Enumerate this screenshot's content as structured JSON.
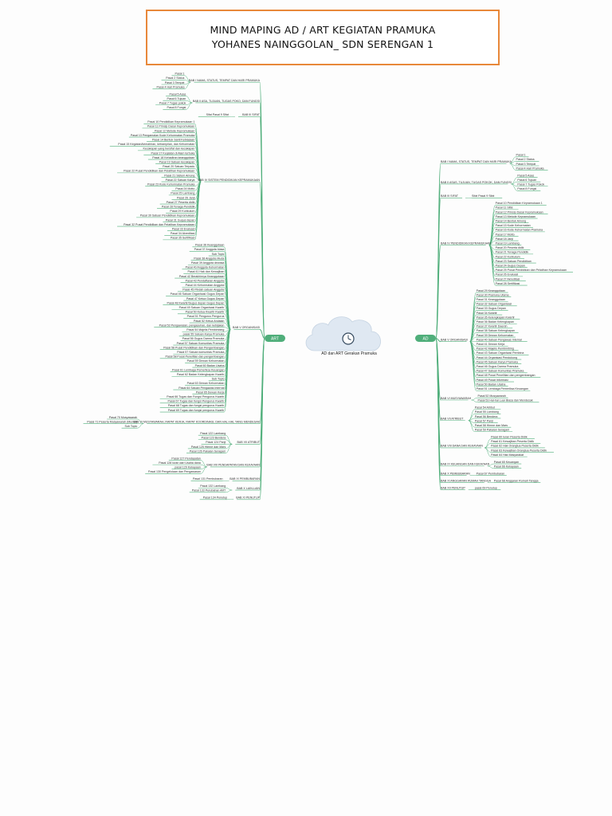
{
  "header": {
    "line1": "MIND MAPING AD / ART KEGIATAN PRAMUKA",
    "line2": "YOHANES NAINGGOLAN_ SDN SERENGAN 1"
  },
  "center": {
    "label": "AD dan ART Gerakan Pramuka",
    "icon": "clock-icon"
  },
  "left_root": "ART",
  "right_root": "AD",
  "colors": {
    "branch": "#4fae7a",
    "title_border": "#e8883a",
    "cloud": "#dfe8f2"
  },
  "art": [
    {
      "label": "BAB I NAMA, STATUS, TEMPAT DAN HARI PRAMUKA",
      "leaves": [
        "Pasal 1",
        "Pasal 2 Status",
        "Pasal 3 Tempat",
        "Pasal 4 Hari Pramuka"
      ]
    },
    {
      "label": "BAB II ASA, TUJUAN, TUGAS POKO, DAN FUNGSI",
      "leaves": [
        "Pasal 5 Asas",
        "Pasal 6 Tujuan",
        "Pasal 7 Tugas pokok",
        "Pasal 8 Fungsi"
      ]
    },
    {
      "label": "BAB III SIFAT",
      "leaves": [
        "Sifat Pasal 9 Sifat"
      ]
    },
    {
      "label": "BAB IV SISTEM PENDIDIKAN KEPRAMUKAAN",
      "leaves": [
        "Pasal 10 Pendidikan Kepramukaan 1",
        "Pasal 11 Prinsip Dasar Kepramukaan",
        "Pasal 12 Metode Kepramukaan",
        "Pasal 13 Pengamalan Kode Kehormatan Pramuka",
        "Pasal 14 Bentuk Santi Kebiasaan",
        "Pasal 15 Kegiatan/kemahiran, ketrampilan, dan Kehormatan",
        "Kecakapan yang bersifat dan kecakapan",
        "Pasal 17 Kegiatan di Alam terbuka",
        "Pasal 18 Kehadiran keanggotaan",
        "Pasal 19 Satuan kecakapan",
        "Pasal 20 Satuan Terpadu",
        "Pasal 22 Pusat Pendidikan dan Pelatihan Kepramukaan",
        "Pasal 21 Sistem Among",
        "Pasal 22 Satuan Karya",
        "Pasal 23 Kode Kehormatan Pramuka",
        "Pasal 24 Motto",
        "Pasal 25 Lambang",
        "Pasal 26 Janji",
        "Pasal 27 Peserta didik",
        "Pasal 28 Tenaga Pendidik",
        "Pasal 29 Kurikulum",
        "Pasal 30 Satuan Pendidikan Kepramukaan",
        "Pasal 31 Gugus depan",
        "Pasal 32 Pusat Pendidikan dan Pelatihan Kepramukaan",
        "Pasal 33 Evaluasi",
        "Pasal 34 Akreditasi",
        "Pasal 35 Sertifikasi"
      ]
    },
    {
      "label": "BAB V ORGANISASI",
      "leaves": [
        "Pasal 36 Keanggotaan",
        "Pasal 37 Anggota biasa",
        "Sub Topic",
        "Pasal 38 Anggota Muda",
        "Pasal 39 Anggota dewasa",
        "Pasal 40 Anggota Kehormatan",
        "Pasal 41 Hak dan Kewajiban",
        "Pasal 42 Berakhirnya Keanggotaan",
        "Pasal 43 Pendaftaran Anggota",
        "Pasal 44 Kehormatan Anggota",
        "Pasal 45 Pindah satuan Anggota",
        "Pasal 46 Satuan Organisasi Gugus Depan",
        "Pasal 47 Ketua Gugus Depan",
        "Pasal 48 Kwartir/Gugus depan Gugus Depan",
        "Pasal 49 Satuan Organisasi Kwartir",
        "Pasal 50 Ketua Kwartir Kwartir",
        "Pasal 51 Pengurus Pengurus",
        "Pasal 52 Ketua Andalan",
        "Pasal 53 Pengawasan, pengasuhan, dan kebijakan",
        "Pasal 54 Majelis Pembimbing",
        "pasal 55 Satuan Karya Pramuka",
        "Pasal 56 Gugus Darma Pramuka",
        "Pasal 57 Satuan Komunitas Pramuka",
        "Pasal 58 Pusat Pendidikan dan Pengembangan",
        "Pasal 57 Satuan komunitas Pramuka",
        "Pasal 58 Pusat Penelitian dan pengembangan",
        "Pasal 59 Dewan Kehormatan",
        "Pasal 60 Badan Usaha",
        "Pasal 61 Lembaga Pemeriksa Keuangan",
        "Pasal 62 Badan Kelengkapan Kwartir",
        "Sub Topic",
        "Pasal 63 Dewan Kehormatan",
        "Pasal 64 Satuan Pengawas Internal",
        "Pasal 65 Dewan Kerja",
        "Pasal 66 Tugas dan Fungsi Pengurus Kwartir",
        "Pasal 67 Tugas dan fungsi Pengurus Kwartir",
        "Pasal 68 Tugas dan fungsi pengurus Kwartir",
        "Pasal 69 Tugas dan fungsi pengurus Kwartir"
      ]
    },
    {
      "label": "BAB VI MUSYAWARAH, RAPAT KERJA, RAPAT KOORDINASI, DAN HAL-HAL YANG MENDESAK",
      "leaves": [
        "Pasal 70 Musyawarah",
        "Pasal 71 Peserta Musyawarah (Munas)",
        "Sub Topic"
      ]
    },
    {
      "label": "BAB VII ATRIBUT",
      "leaves": [
        "Pasal 122 Lambang",
        "Pasal 123 Bendera",
        "Pasal 124 Panji",
        "Pasal 125 Himne dan Mars",
        "Pasal 126 Pakaian Seragam"
      ]
    },
    {
      "label": "BAB VIII PENDAPATAN DAN KEKAYAAN",
      "leaves": [
        "Pasal 127 Pendapatan",
        "Pasal 128 Iuran dari Usaha dana",
        "pasal 129 Kekayaan",
        "Pasal 130 Pengelolaan dan Pengawasan"
      ]
    },
    {
      "label": "BAB IX PEMBUBARAN",
      "leaves": [
        "Pasal 131 Pembubaran"
      ]
    },
    {
      "label": "BAB X LAIN-LAIN",
      "leaves": [
        "Pasal 132 Lambang",
        "Pasal 133 Perubahan ART"
      ]
    },
    {
      "label": "BAB XI PENUTUP",
      "leaves": [
        "Pasal 134 Penutup"
      ]
    }
  ],
  "ad": [
    {
      "label": "BAB I NAMA, STATUS, TEMPAT DAN HARI PRAMUKA",
      "leaves": [
        "Pasal 1",
        "Pasal 2 Status",
        "Pasal 3 Tempat",
        "Pasal 4 Hari Pramuka"
      ]
    },
    {
      "label": "BAB II ASAS, TUJUAN, TUGAS POKOK, DAN FUNGSI",
      "leaves": [
        "Pasal 5 Asas",
        "Pasal 6 Tujuan",
        "Pasal 7 Tugas Pokok",
        "Pasal 8 Fungsi"
      ]
    },
    {
      "label": "BAB III SIFAT",
      "leaves": [
        "Sifat Pasal 9 Sifat"
      ]
    },
    {
      "label": "BAB IV PENDIDIKAN KEPRAMUKAAN",
      "leaves": [
        "Pasal 10 Pendidikan Kepramukaan 1",
        "Pasal 11 Sifat",
        "Pasal 12 Prinsip Dasar Kepramukaan",
        "Pasal 13 Metode Kepramukaan",
        "Pasal 14 Bentuk Among",
        "Pasal 15 Kode Kehormatan",
        "Pasal 16 Kode Kehormatan Pramuka",
        "Pasal 17 Motto",
        "Pasal 18 Janji",
        "Pasal 19 Lambang",
        "Pasal 20 Peserta didik",
        "Pasal 21 Tenaga Pendidik",
        "Pasal 22 Kurikulum",
        "Pasal 23 Satuan Pendidikan",
        "Pasal 24 Gugus Depan",
        "Pasal 25 Pusat Pendidikan dan Pelatihan Kepramukaan",
        "Pasal 26 Evaluasi",
        "Pasal 27 Akreditasi",
        "Pasal 28 Sertifikasi"
      ]
    },
    {
      "label": "BAB V ORGANISASI",
      "leaves": [
        "Pasal 29 Keanggotaan",
        "Pasal 30 Pramuka Utama",
        "Pasal 31 Keanggotaan",
        "Pasal 32 Satuan Organisasi",
        "Pasal 33 Gugus Depan",
        "Pasal 34 Kwartir",
        "Pasal 35 Kelengkapan Kwartir",
        "Pasal 36 Badan Kelengkapan",
        "Pasal 37 Kwartir Daerah",
        "Pasal 38 Satuan Kelengkapan",
        "Pasal 39 Dewan Kehormatan",
        "Pasal 40 Satuan Pengawas Internal",
        "Pasal 41 Dewan Kerja",
        "Pasal 42 Majelis Pembimbing",
        "Pasal 43 Satuan Organisasi Pembina",
        "Pasal 44 Organisasi Pendukung",
        "Pasal 45 Satuan Karya Pramuka",
        "Pasal 46 Gugus Darma Pramuka",
        "Pasal 47 Satuan Komunitas Pramuka",
        "Pasal 48 Pusat Penelitian dan pengembangan",
        "Pasal 49 Pusat Informasi",
        "Pasal 50 Badan Usaha",
        "Pasal 51 Lembaga Pemeriksa Keuangan"
      ]
    },
    {
      "label": "BAB VI MUSYAWARAH",
      "leaves": [
        "Pasal 52 Musyawarah",
        "Pasal 53 Hal-hal Luar Biasa dan Mendesak"
      ]
    },
    {
      "label": "BAB VII ATRIBUT",
      "leaves": [
        "Pasal 54 Atribut",
        "Pasal 55 Lambang",
        "Pasal 56 Bendera",
        "Pasal 57 Panji",
        "Pasal 58 Himne dan Mars",
        "Pasal 59 Pakaian Seragam"
      ]
    },
    {
      "label": "BAB VIII DANA DAN KEKAYAAN",
      "leaves": [
        "Pasal 60 Iuran Peserta Didik",
        "Pasal 61 Kewajiban Peserta Didik",
        "Pasal 62 Hak Orangtua Peserta Didik",
        "Pasal 63 Kewajiban Orangtua Peserta Didik",
        "Pasal 64 Hak Masyarakat"
      ]
    },
    {
      "label": "BAB IX KEUANGAN DAN KEKAYAAN",
      "leaves": [
        "Pasal 65 Keuangan",
        "Pasal 66 Kekayaan"
      ]
    },
    {
      "label": "BAB X PEMBUBARAN",
      "leaves": [
        "Pasal 67 Pembubaran"
      ]
    },
    {
      "label": "BAB XI ANGGARAN RUMAH TANGGA",
      "leaves": [
        "Pasal 68 Anggaran Rumah Tangga"
      ]
    },
    {
      "label": "BAB XII PENUTUP",
      "leaves": [
        "pasal 69 Penutup"
      ]
    }
  ]
}
